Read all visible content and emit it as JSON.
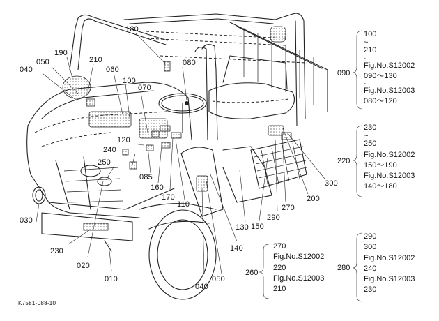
{
  "diagram": {
    "callouts": [
      {
        "key": "c180",
        "text": "180"
      },
      {
        "key": "c190",
        "text": "190"
      },
      {
        "key": "c050a",
        "text": "050"
      },
      {
        "key": "c210",
        "text": "210"
      },
      {
        "key": "c040a",
        "text": "040"
      },
      {
        "key": "c060",
        "text": "060"
      },
      {
        "key": "c100",
        "text": "100"
      },
      {
        "key": "c080",
        "text": "080"
      },
      {
        "key": "c070",
        "text": "070"
      },
      {
        "key": "c120",
        "text": "120"
      },
      {
        "key": "c240",
        "text": "240"
      },
      {
        "key": "c250",
        "text": "250"
      },
      {
        "key": "c085",
        "text": "085"
      },
      {
        "key": "c160",
        "text": "160"
      },
      {
        "key": "c170",
        "text": "170"
      },
      {
        "key": "c110",
        "text": "110"
      },
      {
        "key": "c030",
        "text": "030"
      },
      {
        "key": "c230",
        "text": "230"
      },
      {
        "key": "c020",
        "text": "020"
      },
      {
        "key": "c010",
        "text": "010"
      },
      {
        "key": "c040b",
        "text": "040"
      },
      {
        "key": "c050b",
        "text": "050"
      },
      {
        "key": "c140",
        "text": "140"
      },
      {
        "key": "c130",
        "text": "130"
      },
      {
        "key": "c150",
        "text": "150"
      },
      {
        "key": "c290",
        "text": "290"
      },
      {
        "key": "c270",
        "text": "270"
      },
      {
        "key": "c200",
        "text": "200"
      },
      {
        "key": "c300",
        "text": "300"
      }
    ],
    "groups": [
      {
        "key": "g090",
        "label": "090",
        "lines": [
          "100",
          "~",
          "210",
          "·",
          "Fig.No.S12002",
          "090～130",
          "·",
          "Fig.No.S12003",
          "080～120"
        ]
      },
      {
        "key": "g220",
        "label": "220",
        "lines": [
          "230",
          "~",
          "250",
          "Fig.No.S12002",
          "150～190",
          "Fig.No.S12003",
          "140～180"
        ]
      },
      {
        "key": "g260",
        "label": "260",
        "lines": [
          "270",
          "Fig.No.S12002",
          "220",
          "Fig.No.S12003",
          "210"
        ]
      },
      {
        "key": "g280",
        "label": "280",
        "lines": [
          "290",
          "300",
          "Fig.No.S12002",
          "240",
          "Fig.No.S12003",
          "230"
        ]
      }
    ],
    "figure_code": "K7581-088-10"
  }
}
